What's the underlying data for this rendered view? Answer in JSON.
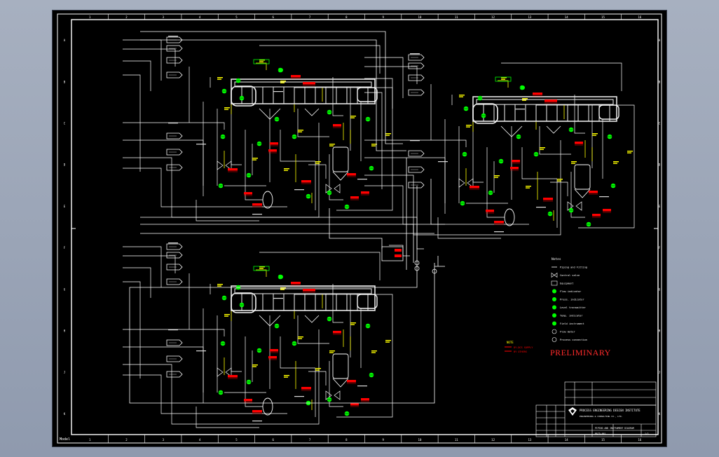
{
  "drawing": {
    "stamp": "PRELIMINARY",
    "zone_numbers": [
      "1",
      "2",
      "3",
      "4",
      "5",
      "6",
      "7",
      "8",
      "9",
      "10",
      "11",
      "12",
      "13",
      "14",
      "15",
      "16"
    ],
    "zone_letters": [
      "A",
      "B",
      "C",
      "D",
      "E",
      "F",
      "G",
      "H",
      "J",
      "K"
    ],
    "model_label": "Model"
  },
  "legend": {
    "heading": "Notes",
    "items": [
      "Piping and Fitting",
      "Control valve",
      "Equipment",
      "Flow indicator",
      "Press. indicator",
      "Level transmitter",
      "Temp. indicator",
      "Field instrument",
      "Flow meter",
      "Process connection"
    ]
  },
  "notes": {
    "heading": "NOTE",
    "lines": [
      "DY-DCS SUPPLY",
      "BY OTHERS"
    ]
  },
  "title_block": {
    "company": "PROCESS ENGINEERING DESIGN INSTITUTE",
    "company_sub": "ENGINEERING & CONSULTING CO., LTD.",
    "drawing_title": "PIPING AND INSTRUMENT DIAGRAM",
    "drawing_no": "P&ID-001",
    "sheet": "1/1"
  },
  "colors": {
    "line": "#ffffff",
    "instrument": "#ffff00",
    "bubble": "#00ff00",
    "tag": "#ff0000",
    "equipment_fill": "#f5f5f5",
    "border": "#ffffff"
  }
}
